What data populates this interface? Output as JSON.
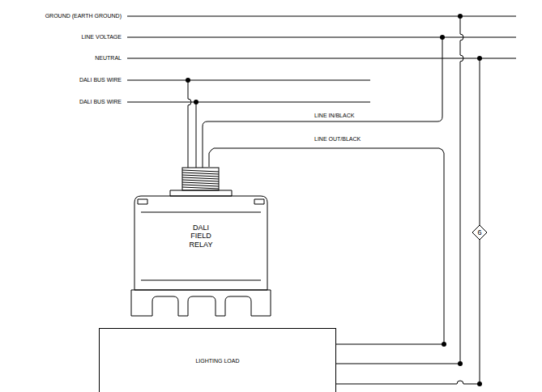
{
  "diagram": {
    "nodes": [
      {
        "text": [
          "DALI FIELD RELAY"
        ]
      },
      {
        "text": [
          "LIGHTING LOAD"
        ]
      }
    ],
    "edges": [
      {
        "from": 0,
        "to": 1,
        "arrow": "none",
        "label": "LINE OUT/BLACK"
      }
    ],
    "labels": [
      "GROUND (EARTH GROUND)",
      "LINE VOLTAGE",
      "NEUTRAL",
      "DALI BUS WIRE",
      "DALI BUS WIRE",
      "LINE IN/BLACK",
      "6"
    ]
  }
}
